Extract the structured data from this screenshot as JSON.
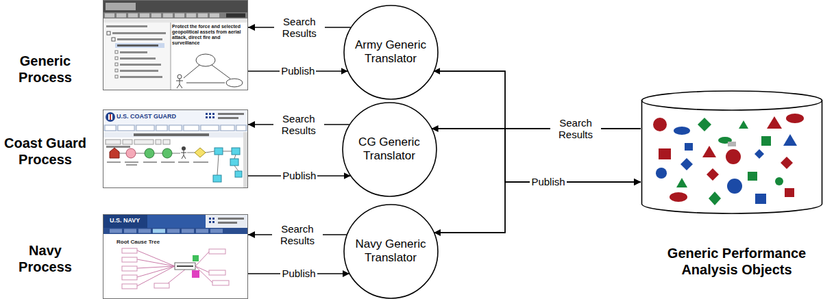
{
  "diagram": {
    "nodes": [
      {
        "text": [
          "Generic Process"
        ]
      },
      {
        "text": [
          "Army Generic Translator"
        ]
      },
      {
        "text": [
          "Coast Guard Process"
        ]
      },
      {
        "text": [
          "CG Generic Translator"
        ]
      },
      {
        "text": [
          "Navy Process"
        ]
      },
      {
        "text": [
          "Navy Generic Translator"
        ]
      },
      {
        "text": [
          "Generic Performance Analysis Objects"
        ]
      }
    ],
    "edges": [
      {
        "from": 1,
        "to": 0,
        "label": "Search Results",
        "arrow": "to"
      },
      {
        "from": 0,
        "to": 1,
        "label": "Publish",
        "arrow": "to"
      },
      {
        "from": 3,
        "to": 2,
        "label": "Search Results",
        "arrow": "to"
      },
      {
        "from": 2,
        "to": 3,
        "label": "Publish",
        "arrow": "to"
      },
      {
        "from": 5,
        "to": 4,
        "label": "Search Results",
        "arrow": "to"
      },
      {
        "from": 4,
        "to": 5,
        "label": "Publish",
        "arrow": "to"
      },
      {
        "from": 6,
        "to": 1,
        "arrow": "to"
      },
      {
        "from": 6,
        "to": 3,
        "label": "Search Results",
        "arrow": "to"
      },
      {
        "from": 6,
        "to": 5,
        "arrow": "to"
      },
      {
        "from": 1,
        "to": 6,
        "arrow": "to"
      },
      {
        "from": 3,
        "to": 6,
        "label": "Publish",
        "arrow": "to"
      },
      {
        "from": 5,
        "to": 6,
        "arrow": "to"
      }
    ],
    "labels": [
      "Protect the force and selected geopolitical assets from aerial attack, direct fire and surveillance",
      "U.S. COAST GUARD",
      "U.S. NAVY",
      "Root Cause Tree"
    ]
  }
}
